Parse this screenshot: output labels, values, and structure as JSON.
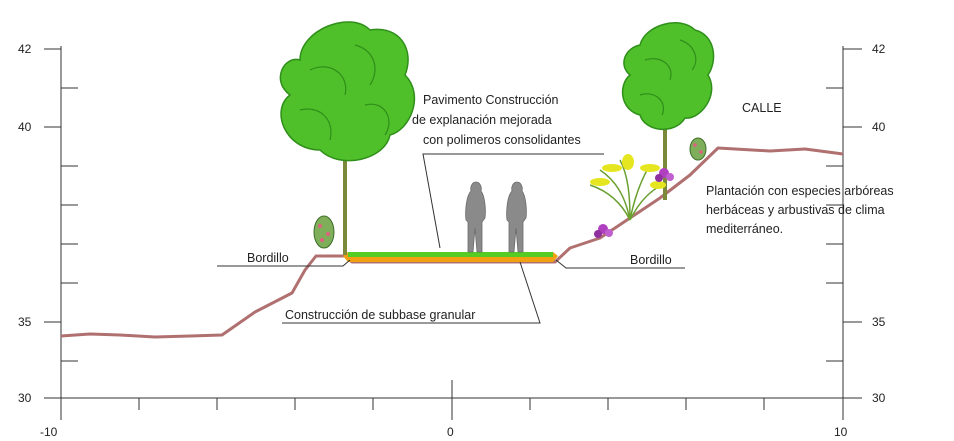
{
  "left_axis": {
    "labels": [
      "42",
      "40",
      "35",
      "30"
    ]
  },
  "right_axis": {
    "labels": [
      "42",
      "40",
      "35",
      "30"
    ]
  },
  "bottom_axis": {
    "labels": [
      "-10",
      "0",
      "10"
    ]
  },
  "labels": {
    "pavimento": [
      "Pavimento Construcción",
      "de explanación mejorada",
      "con polimeros consolidantes"
    ],
    "calle": "CALLE",
    "plantacion": [
      "Plantación con especies arbóreas",
      "herbáceas y arbustivas de clima",
      "mediterráneo."
    ],
    "bordillo_left": "Bordillo",
    "bordillo_right": "Bordillo",
    "subbase": "Construcción de subbase granular"
  },
  "colors": {
    "terrain": "#b07070",
    "pavement_top": "#55cc22",
    "pavement_base": "#f0a010",
    "tree_crown": "#4fbf2a",
    "tree_trunk": "#7a8a3a",
    "figures": "#8a8a8a",
    "lavender": "#b040c0",
    "yellow_grass": "#e6e620"
  }
}
